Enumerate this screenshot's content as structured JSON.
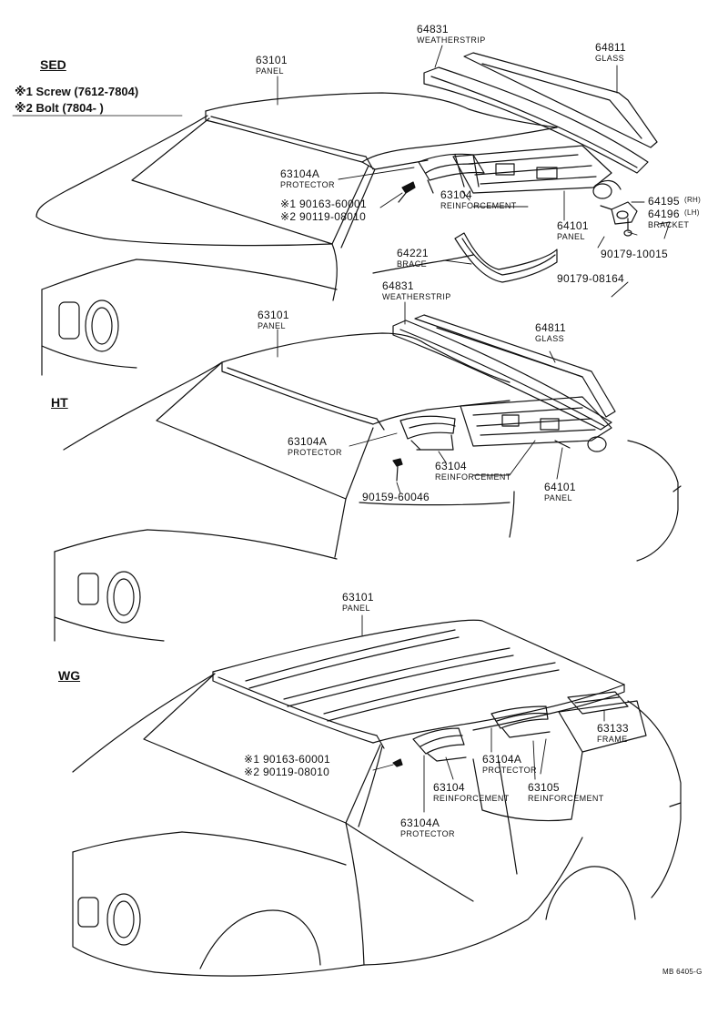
{
  "sections": {
    "sed": "SED",
    "ht": "HT",
    "wg": "WG"
  },
  "legend": {
    "line1": "※1 Screw (7612-7804)",
    "line2": "※2 Bolt (7804-        )"
  },
  "sed": {
    "panel_63101": {
      "num": "63101",
      "name": "PANEL"
    },
    "weatherstrip_64831": {
      "num": "64831",
      "name": "WEATHERSTRIP"
    },
    "glass_64811": {
      "num": "64811",
      "name": "GLASS"
    },
    "protector_63104a": {
      "num": "63104A",
      "name": "PROTECTOR"
    },
    "screw_bolt": {
      "line1": "※1 90163-60001",
      "line2": "※2 90119-08010"
    },
    "reinforcement_63104": {
      "num": "63104",
      "name": "REINFORCEMENT"
    },
    "panel_64101": {
      "num": "64101",
      "name": "PANEL"
    },
    "bracket": {
      "num_rh": "64195",
      "rh": "(RH)",
      "num_lh": "64196",
      "lh": "(LH)",
      "name": "BRACKET"
    },
    "part_90179_10015": "90179-10015",
    "brace_64221": {
      "num": "64221",
      "name": "BRACE"
    },
    "part_90179_08164": "90179-08164"
  },
  "ht": {
    "weatherstrip_64831": {
      "num": "64831",
      "name": "WEATHERSTRIP"
    },
    "panel_63101": {
      "num": "63101",
      "name": "PANEL"
    },
    "glass_64811": {
      "num": "64811",
      "name": "GLASS"
    },
    "protector_63104a": {
      "num": "63104A",
      "name": "PROTECTOR"
    },
    "reinforcement_63104": {
      "num": "63104",
      "name": "REINFORCEMENT"
    },
    "panel_64101": {
      "num": "64101",
      "name": "PANEL"
    },
    "part_90159_60046": "90159-60046"
  },
  "wg": {
    "panel_63101": {
      "num": "63101",
      "name": "PANEL"
    },
    "frame_63133": {
      "num": "63133",
      "name": "FRAME"
    },
    "protector_63104a_mid": {
      "num": "63104A",
      "name": "PROTECTOR"
    },
    "screw_bolt": {
      "line1": "※1 90163-60001",
      "line2": "※2 90119-08010"
    },
    "reinforcement_63104": {
      "num": "63104",
      "name": "REINFORCEMENT"
    },
    "reinforcement_63105": {
      "num": "63105",
      "name": "REINFORCEMENT"
    },
    "protector_63104a_low": {
      "num": "63104A",
      "name": "PROTECTOR"
    }
  },
  "footer": {
    "code": "MB 6405-G"
  }
}
